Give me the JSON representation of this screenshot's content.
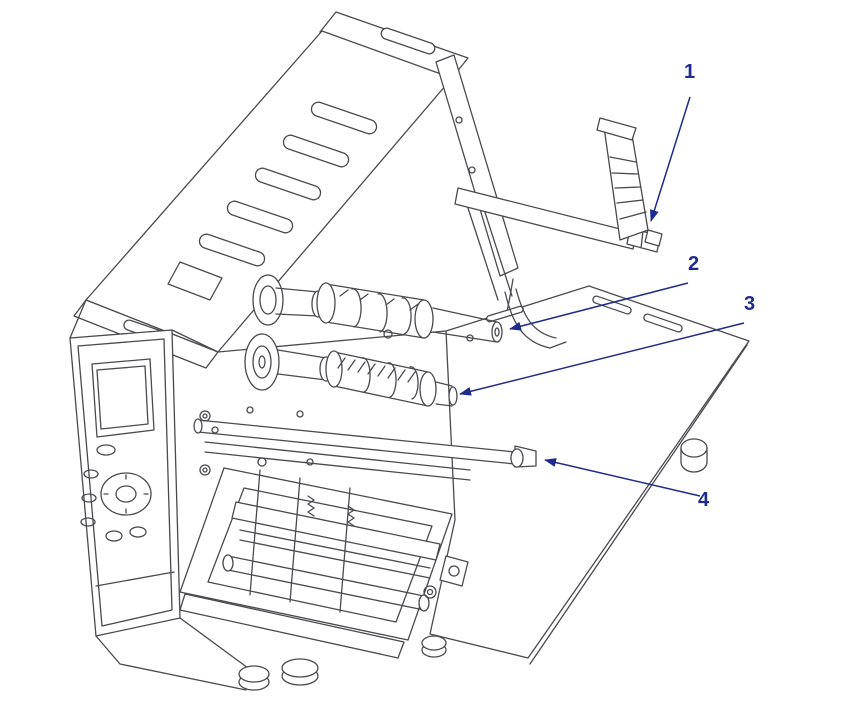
{
  "diagram": {
    "callouts": [
      {
        "label": "1"
      },
      {
        "label": "2"
      },
      {
        "label": "3"
      },
      {
        "label": "4"
      }
    ],
    "colors": {
      "callout": "#1f2b8d",
      "line": "#4a4a4f",
      "background": "#ffffff"
    }
  }
}
